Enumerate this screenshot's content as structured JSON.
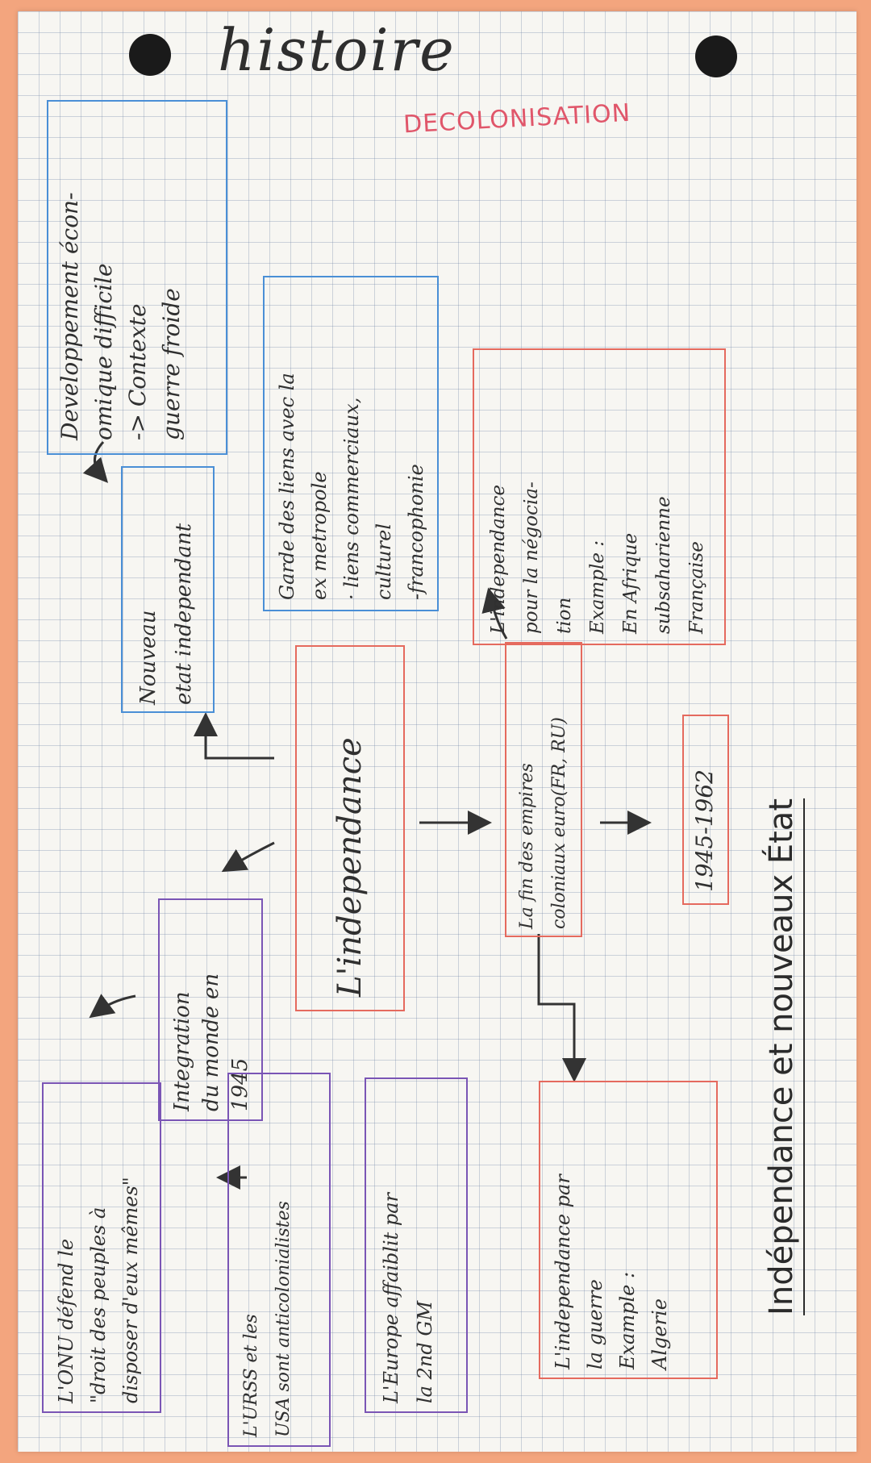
{
  "title": "histoire",
  "subtitle": "DECOLONISATION",
  "page_heading": "Indépendance et nouveaux État",
  "boxes": {
    "developpement": [
      "Developpement écon-",
      "omique difficile",
      "-> Contexte",
      "guerre froide"
    ],
    "nouveau_etat": [
      "Nouveau",
      "etat independant"
    ],
    "garde_liens": [
      "Garde des liens avec la",
      "ex metropole",
      "· liens commerciaux,",
      "culturel",
      "-francophonie"
    ],
    "independance_negociation": [
      "L'independance",
      "pour la négocia-",
      "tion",
      "Example :",
      "En Afrique",
      "subsaharienne",
      "Française"
    ],
    "central": "L'independance",
    "fin_empires": [
      "La fin des empires",
      "coloniaux euro(FR, RU)"
    ],
    "dates": "1945-1962",
    "integration": [
      "Integration",
      "du monde en",
      "1945"
    ],
    "onu": [
      "L'ONU défend le",
      "\"droit des peuples à",
      "disposer d'eux mêmes\""
    ],
    "urss_usa": [
      "L'URSS et les",
      "USA sont anticolonialistes"
    ],
    "europe": [
      "L'Europe affaiblit par",
      "la 2nd GM"
    ],
    "guerre": [
      "L'independance par",
      "la guerre",
      "Example :",
      "",
      "Algerie"
    ]
  },
  "colors": {
    "blue": "#4a8fd6",
    "red": "#e56a5e",
    "purple": "#7a55b5",
    "title_red": "#e0566a",
    "ink": "#303030"
  }
}
